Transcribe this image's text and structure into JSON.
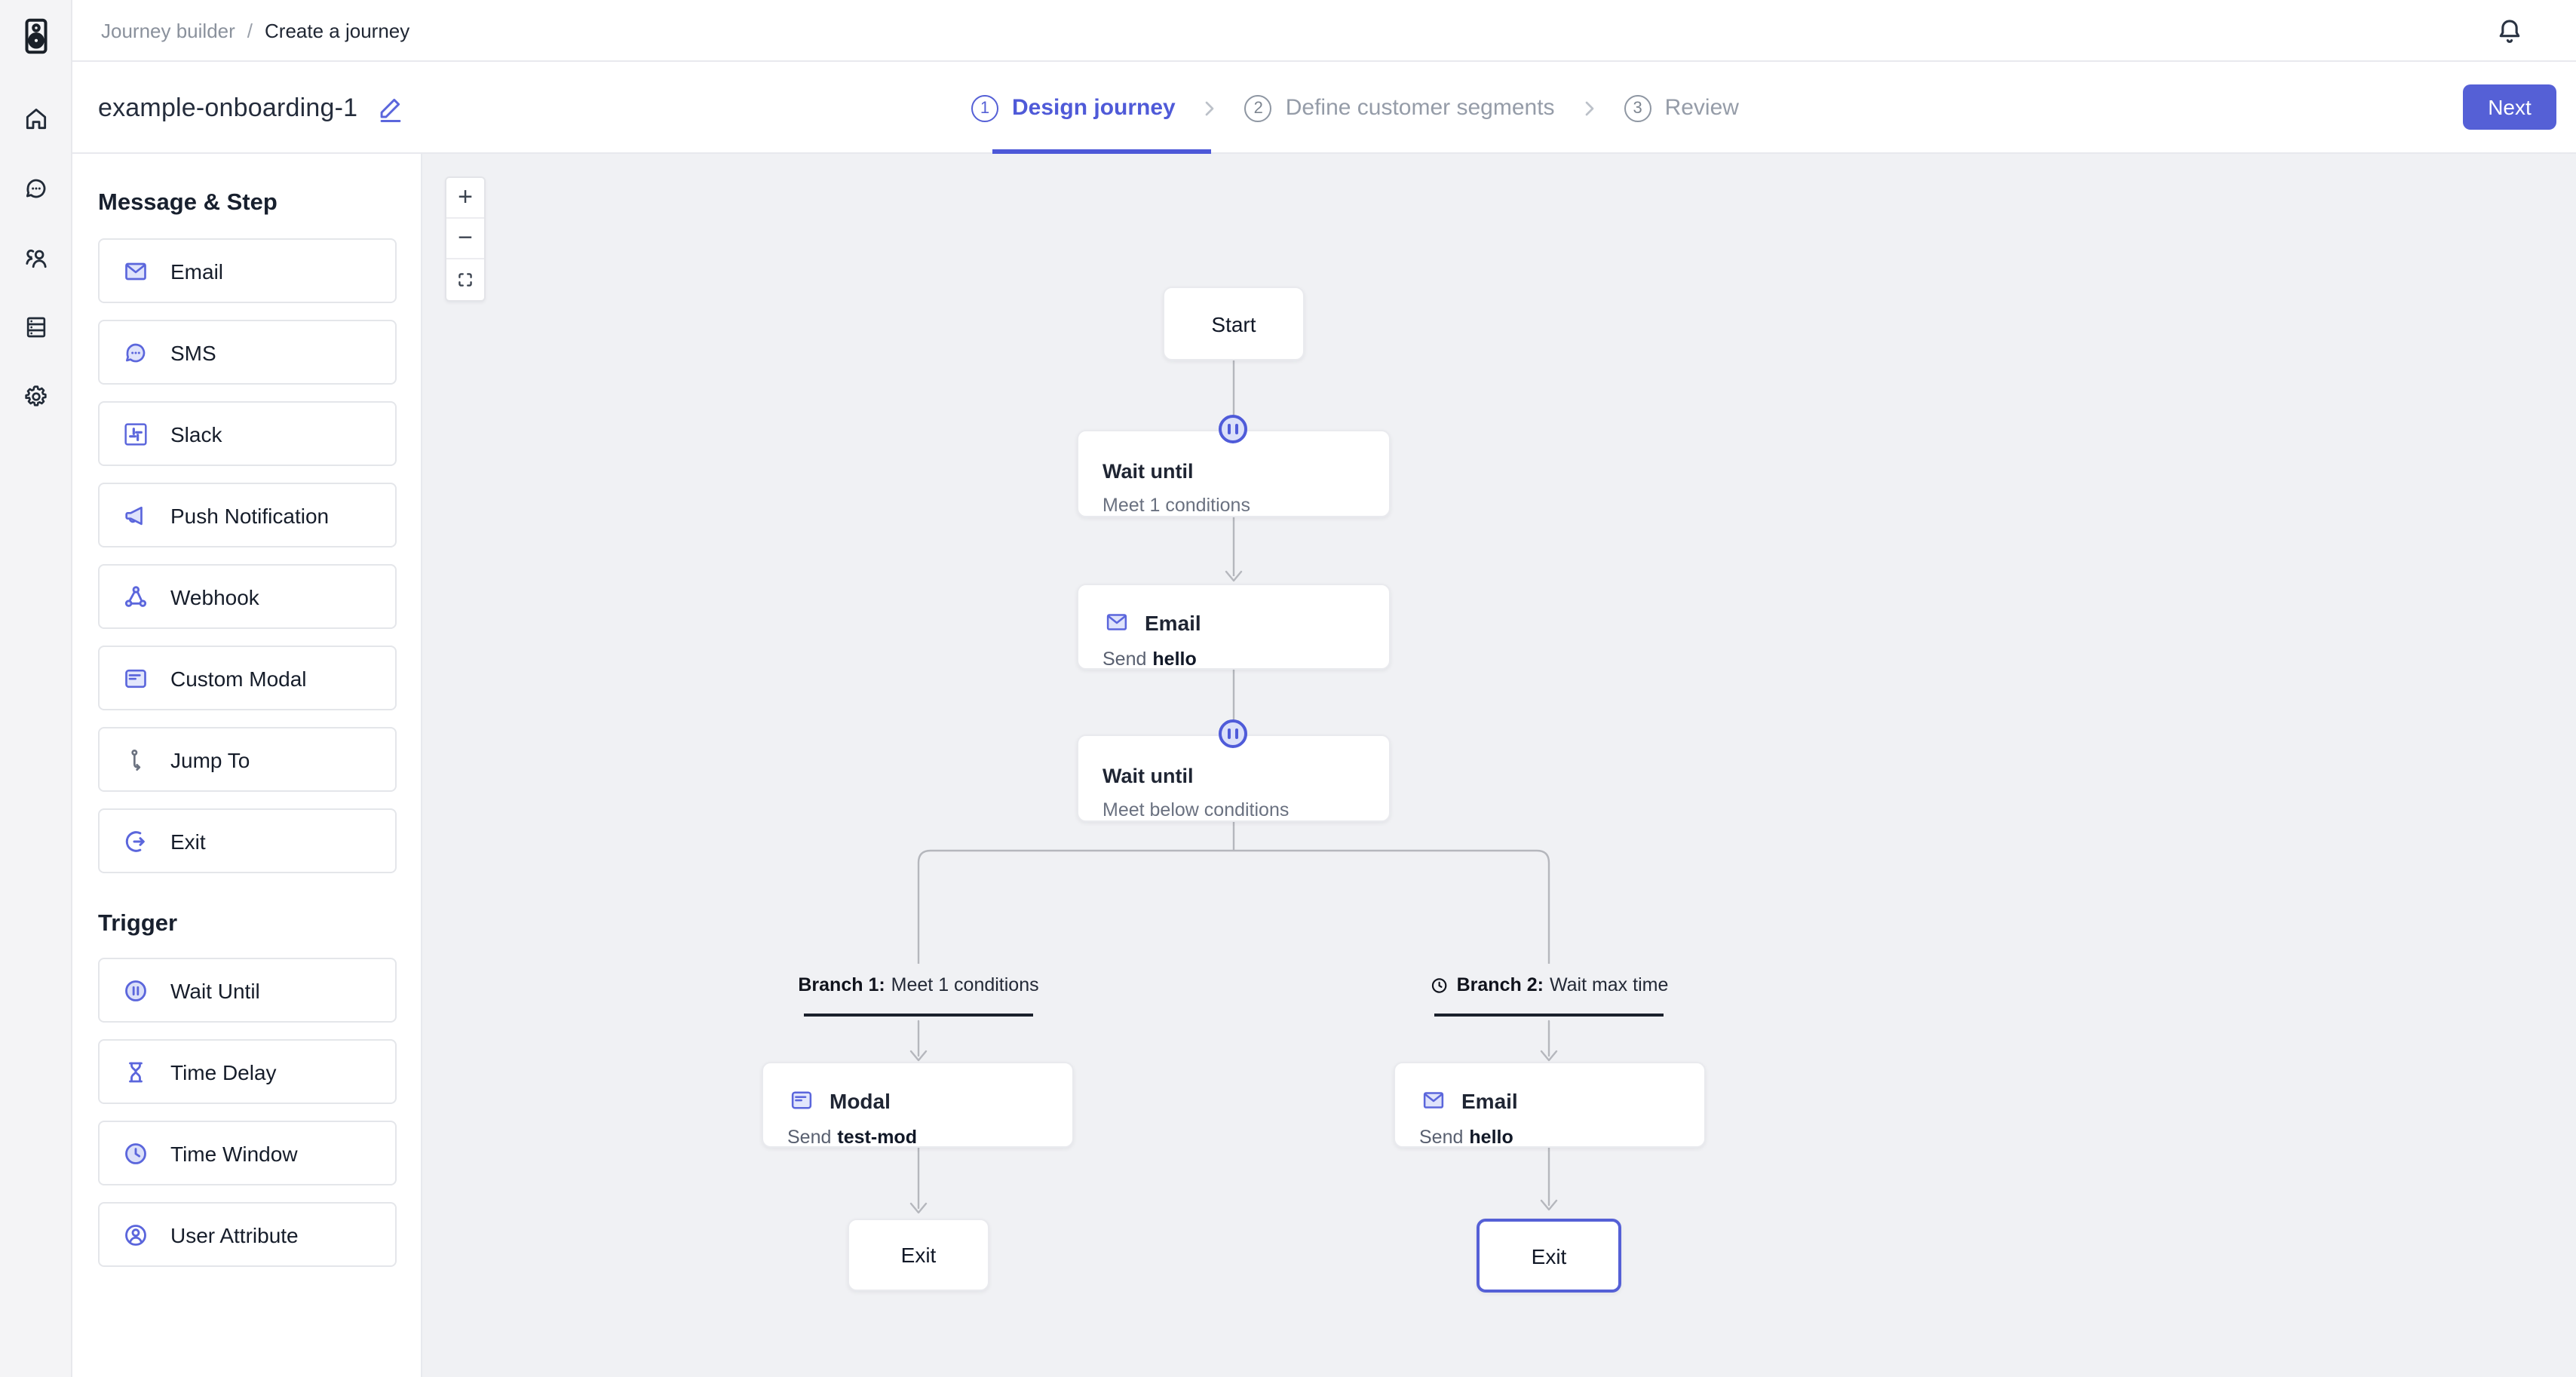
{
  "colors": {
    "accent": "#5560d6",
    "accent_icon": "#5b66dc",
    "accent_light": "#dfe3fb",
    "canvas_bg": "#f0f1f4",
    "connector": "#b5b7bd",
    "selected_node_border": "#5560d6",
    "branch_underline": "#1b212c"
  },
  "rail": {
    "icons": [
      "speaker-logo",
      "home-icon",
      "chat-bubble-icon",
      "users-icon",
      "data-list-icon",
      "settings-gear-icon"
    ]
  },
  "topbar": {
    "breadcrumb": {
      "parent": "Journey builder",
      "separator": "/",
      "current": "Create a journey"
    },
    "bell_icon": "notification-bell-icon"
  },
  "header": {
    "journey_name": "example-onboarding-1",
    "edit_icon": "pencil-edit-icon",
    "next_label": "Next",
    "steps": [
      {
        "number": "1",
        "label": "Design journey",
        "state": "active"
      },
      {
        "number": "2",
        "label": "Define customer segments",
        "state": "inactive"
      },
      {
        "number": "3",
        "label": "Review",
        "state": "inactive"
      }
    ]
  },
  "palette": {
    "sections": [
      {
        "title": "Message & Step",
        "items": [
          {
            "label": "Email",
            "icon": "email-envelope-icon"
          },
          {
            "label": "SMS",
            "icon": "sms-bubble-icon"
          },
          {
            "label": "Slack",
            "icon": "slack-icon"
          },
          {
            "label": "Push Notification",
            "icon": "megaphone-icon"
          },
          {
            "label": "Webhook",
            "icon": "webhook-icon"
          },
          {
            "label": "Custom Modal",
            "icon": "modal-window-icon"
          },
          {
            "label": "Jump To",
            "icon": "jump-to-icon"
          },
          {
            "label": "Exit",
            "icon": "exit-arrow-icon"
          }
        ]
      },
      {
        "title": "Trigger",
        "items": [
          {
            "label": "Wait Until",
            "icon": "pause-circle-icon"
          },
          {
            "label": "Time Delay",
            "icon": "hourglass-icon"
          },
          {
            "label": "Time Window",
            "icon": "clock-icon"
          },
          {
            "label": "User Attribute",
            "icon": "user-circle-icon"
          }
        ]
      }
    ]
  },
  "canvas": {
    "controls": {
      "zoom_in": "+",
      "zoom_out": "−",
      "fit_view_icon": "fit-view-icon"
    },
    "nodes": {
      "start": {
        "label": "Start"
      },
      "wait1": {
        "title": "Wait until",
        "subtitle": "Meet 1 conditions",
        "badge_icon": "pause-circle-icon"
      },
      "email1": {
        "title": "Email",
        "subtitle_prefix": "Send",
        "subtitle_value": "hello",
        "icon": "email-envelope-icon"
      },
      "wait2": {
        "title": "Wait until",
        "subtitle": "Meet below conditions",
        "badge_icon": "pause-circle-icon"
      },
      "modal": {
        "title": "Modal",
        "subtitle_prefix": "Send",
        "subtitle_value": "test-mod",
        "icon": "modal-window-icon"
      },
      "email2": {
        "title": "Email",
        "subtitle_prefix": "Send",
        "subtitle_value": "hello",
        "icon": "email-envelope-icon"
      },
      "exit1": {
        "label": "Exit"
      },
      "exit2": {
        "label": "Exit",
        "selected": true
      }
    },
    "branches": [
      {
        "bold": "Branch 1:",
        "rest": "Meet 1 conditions"
      },
      {
        "bold": "Branch 2:",
        "rest": "Wait max time",
        "icon": "clock-icon"
      }
    ]
  }
}
